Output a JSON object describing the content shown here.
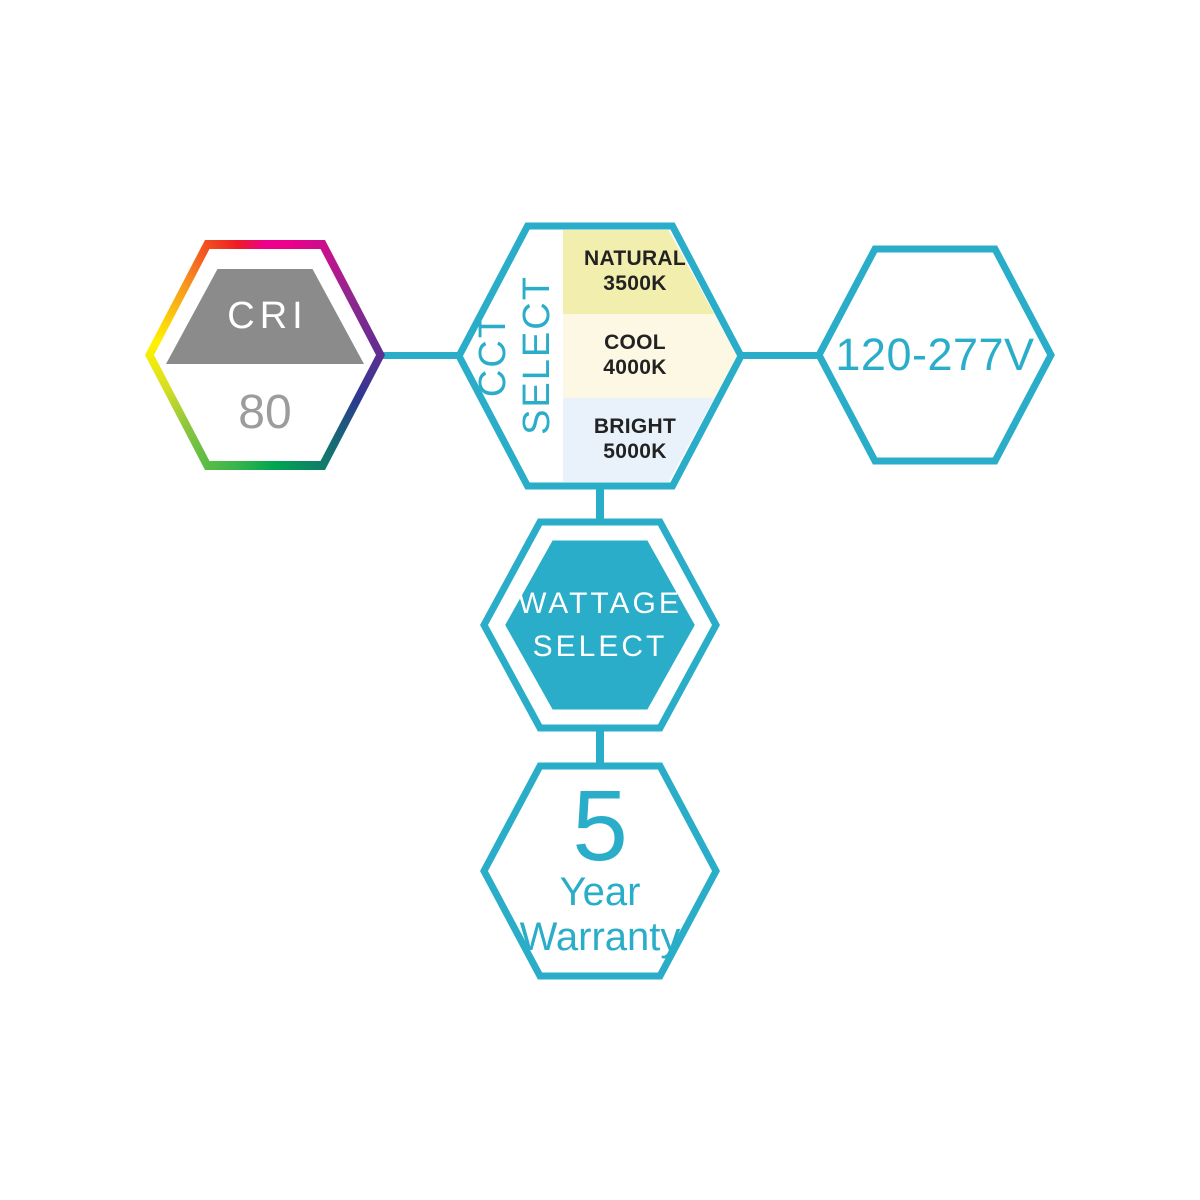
{
  "colors": {
    "accent": "#2aadc8",
    "cri_trapezoid_gray": "#8b8b8b",
    "cri_value_gray": "#9c9c9c"
  },
  "cri": {
    "label": "CRI",
    "value": "80"
  },
  "cct": {
    "title": {
      "line1": "CCT",
      "line2": "SELECT"
    },
    "options": [
      {
        "name": "NATURAL",
        "kelvin": "3500K",
        "swatch": "#f1eeae"
      },
      {
        "name": "COOL",
        "kelvin": "4000K",
        "swatch": "#fcf8e4"
      },
      {
        "name": "BRIGHT",
        "kelvin": "5000K",
        "swatch": "#e9f2fa"
      }
    ]
  },
  "voltage": {
    "label": "120-277V"
  },
  "wattage": {
    "line1": "WATTAGE",
    "line2": "SELECT"
  },
  "warranty": {
    "number": "5",
    "unit": "Year",
    "word": "Warranty"
  }
}
